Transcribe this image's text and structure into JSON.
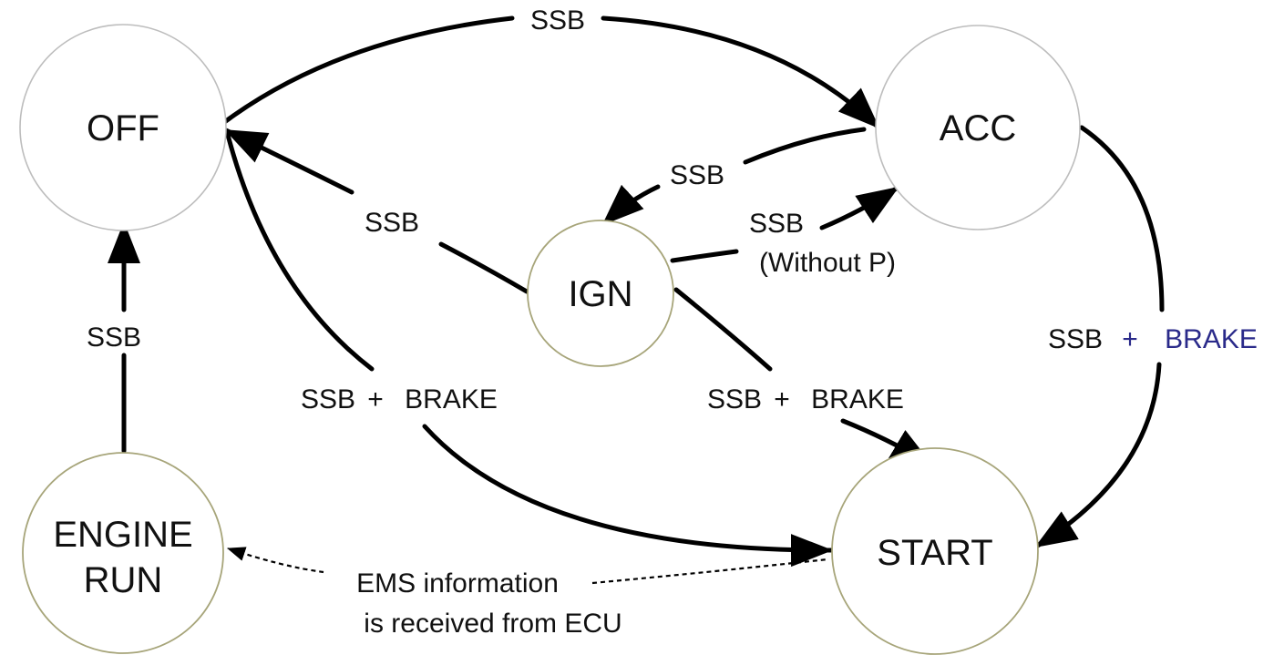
{
  "colors": {
    "accent_blue": "#2a2a8a",
    "edge": "#000000",
    "node_border_grey": "#bdbdbd",
    "node_border_olive": "#a7a57a"
  },
  "nodes": {
    "off": "OFF",
    "acc": "ACC",
    "ign": "IGN",
    "engine_run_line1": "ENGINE",
    "engine_run_line2": "RUN",
    "start": "START"
  },
  "edges": {
    "off_to_acc": "SSB",
    "acc_to_ign": "SSB",
    "ign_to_off": "SSB",
    "ign_to_acc_line1": "SSB",
    "ign_to_acc_line2": "(Without P)",
    "engine_to_off": "SSB",
    "off_to_start_a": "SSB",
    "off_to_start_plus": "+",
    "off_to_start_b": "BRAKE",
    "ign_to_start_a": "SSB",
    "ign_to_start_plus": "+",
    "ign_to_start_b": "BRAKE",
    "acc_to_start_a": "SSB",
    "acc_to_start_plus": "+",
    "acc_to_start_b": "BRAKE",
    "ems_line1": "EMS information",
    "ems_line2": "is received from ECU"
  }
}
